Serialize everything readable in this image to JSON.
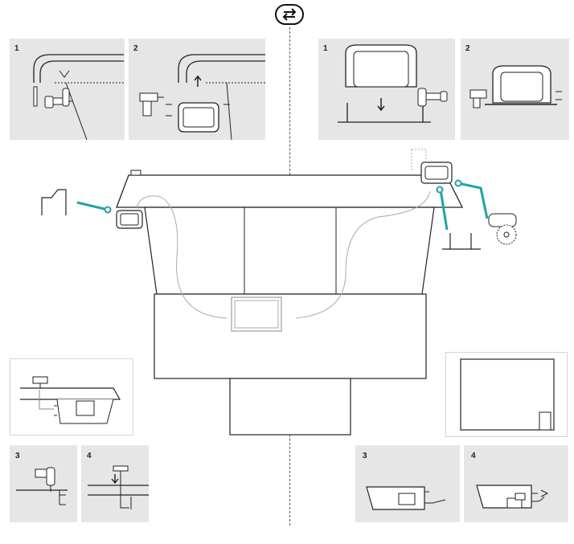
{
  "top_left_steps": [
    "1",
    "2"
  ],
  "top_right_steps": [
    "1",
    "2"
  ],
  "bottom_left_steps": [
    "3",
    "4"
  ],
  "bottom_right_steps": [
    "3",
    "4"
  ],
  "icons": {
    "swap": "swap-arrows-icon",
    "drill": "drill-icon",
    "circular_saw": "circular-saw-icon"
  },
  "colors": {
    "accent": "#1fa3a3",
    "panel_bg": "#e6e6e6",
    "line": "#222222"
  }
}
